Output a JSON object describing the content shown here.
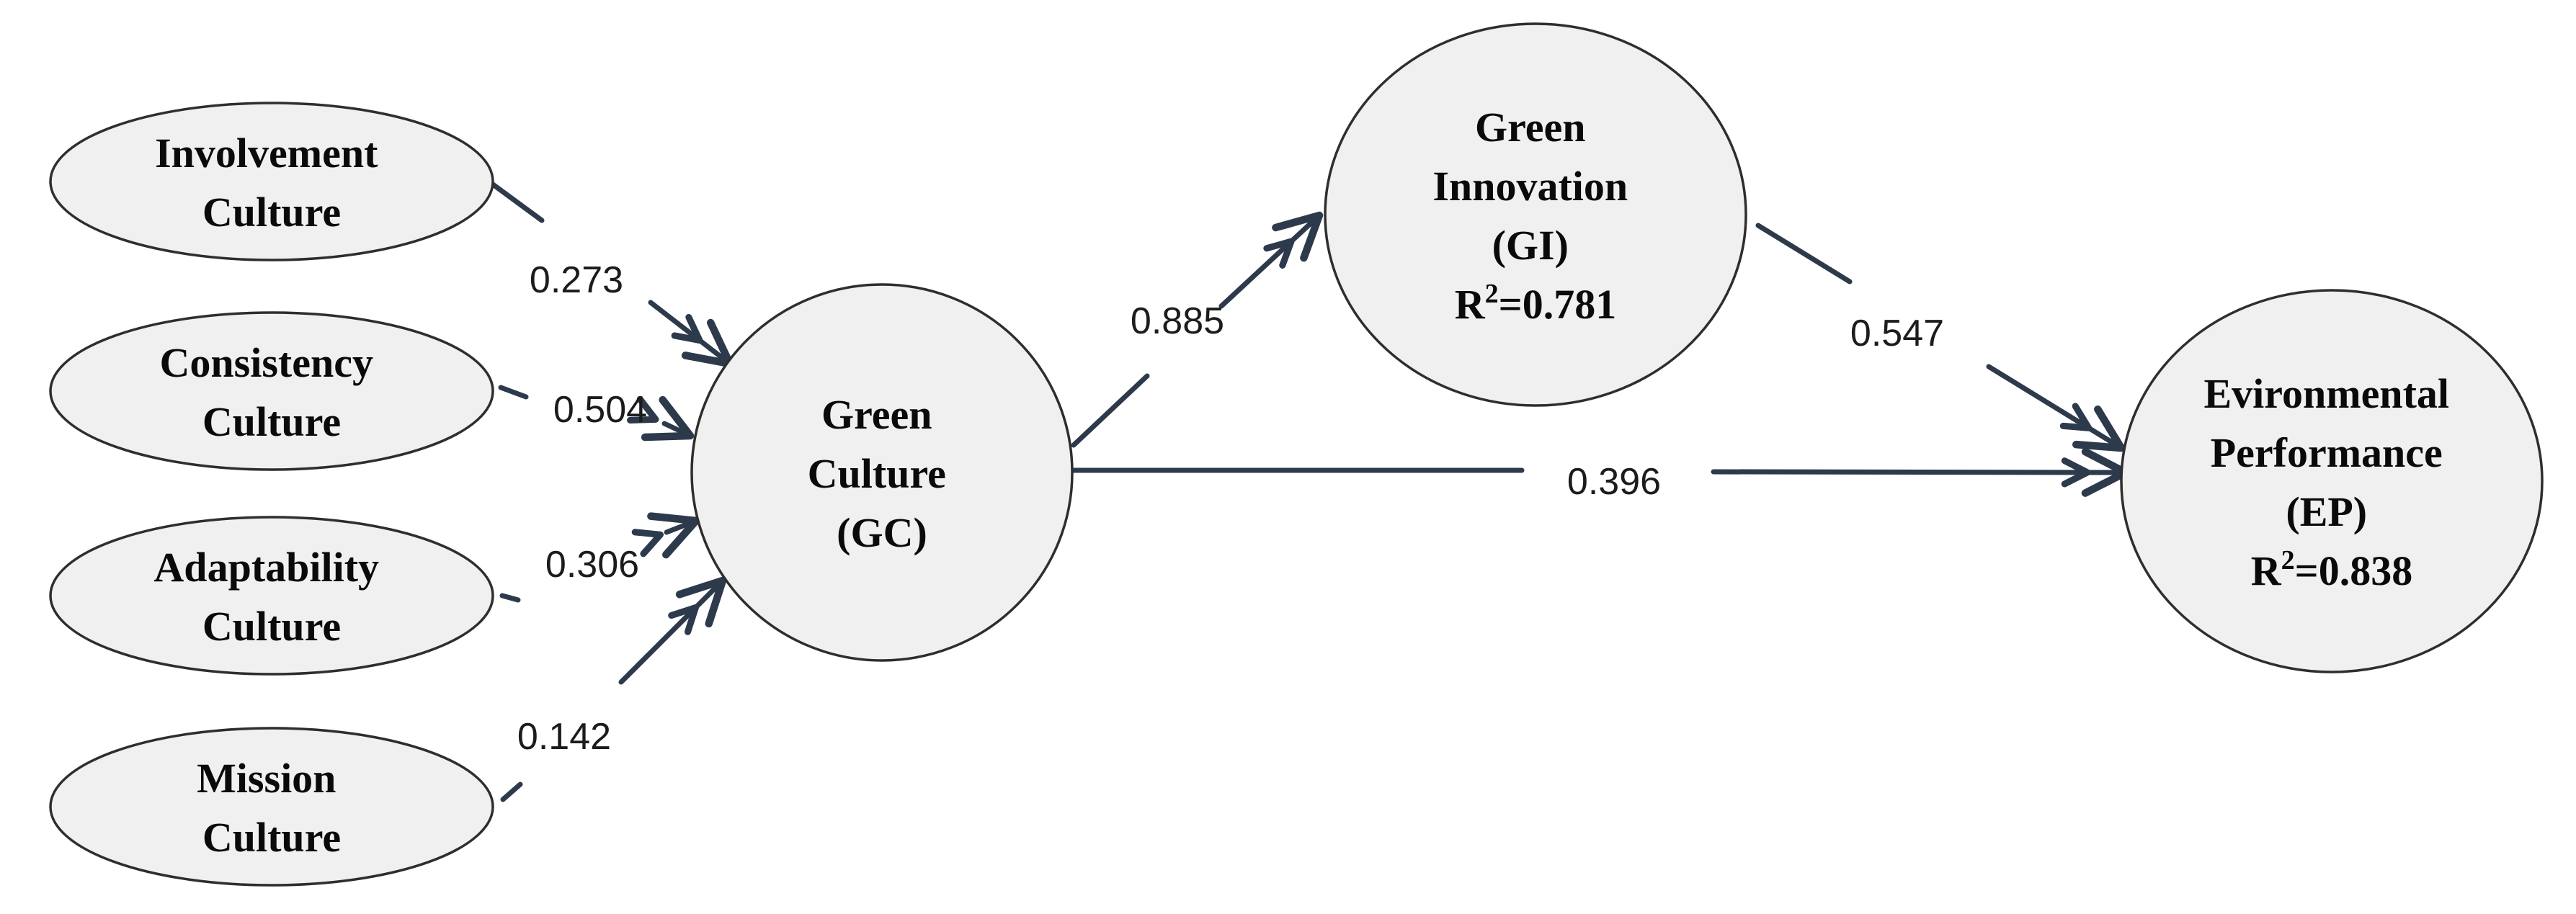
{
  "diagram": {
    "type": "sem-path-model",
    "nodes": {
      "involvement": {
        "lines": [
          "Involvement",
          "Culture"
        ]
      },
      "consistency": {
        "lines": [
          "Consistency",
          "Culture"
        ]
      },
      "adaptability": {
        "lines": [
          "Adaptability",
          "Culture"
        ]
      },
      "mission": {
        "lines": [
          "Mission",
          "Culture"
        ]
      },
      "gc": {
        "lines": [
          "Green",
          "Culture",
          "(GC)"
        ]
      },
      "gi": {
        "lines": [
          "Green",
          "Innovation",
          "(GI)"
        ],
        "r2": {
          "base": "R",
          "sup": "2",
          "rest": "=0.781"
        }
      },
      "ep": {
        "lines": [
          "Evironmental",
          "Performance",
          "(EP)"
        ],
        "r2": {
          "base": "R",
          "sup": "2",
          "rest": "=0.838"
        }
      }
    },
    "paths": [
      {
        "from": "Involvement Culture",
        "to": "Green Culture (GC)",
        "value": "0.273"
      },
      {
        "from": "Consistency Culture",
        "to": "Green Culture (GC)",
        "value": "0.504"
      },
      {
        "from": "Adaptability Culture",
        "to": "Green Culture (GC)",
        "value": "0.306"
      },
      {
        "from": "Mission Culture",
        "to": "Green Culture (GC)",
        "value": "0.142"
      },
      {
        "from": "Green Culture (GC)",
        "to": "Green Innovation (GI)",
        "value": "0.885"
      },
      {
        "from": "Green Culture (GC)",
        "to": "Evironmental Performance (EP)",
        "value": "0.396"
      },
      {
        "from": "Green Innovation (GI)",
        "to": "Evironmental Performance (EP)",
        "value": "0.547"
      }
    ],
    "colors": {
      "node_fill": "#f0f0f1",
      "node_stroke": "#2e2e2e",
      "arrow": "#2d3a4c",
      "node_text": "#0a0a0a",
      "coef_text": "#1c1c1c"
    }
  }
}
